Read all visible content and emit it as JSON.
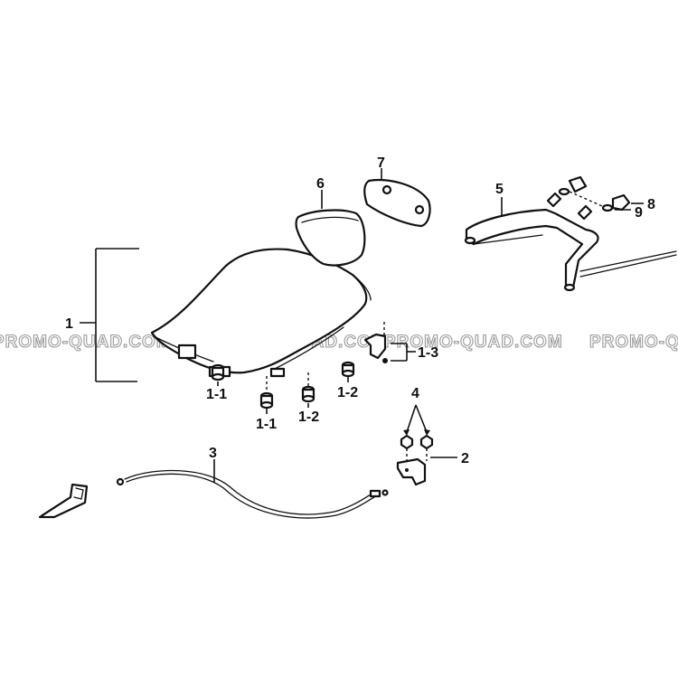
{
  "watermark": {
    "text_left": "PROMO-QUAD.COM",
    "text_center": "PROMO-QUAD.COM",
    "text_right": "PROMO-QUAD.COM",
    "text_edge": "PROMO-Q"
  },
  "callouts": {
    "seat": "1",
    "seat_rubber_a": "1-1",
    "seat_rubber_b": "1-1",
    "seat_cushion_a": "1-2",
    "seat_cushion_b": "1-2",
    "seat_latch_clip": "1-3",
    "latch_bracket": "2",
    "release_cable": "3",
    "bolts": "4",
    "grab_rail": "5",
    "backrest_pad": "6",
    "backrest_plate": "7",
    "nut": "8",
    "washer": "9"
  }
}
